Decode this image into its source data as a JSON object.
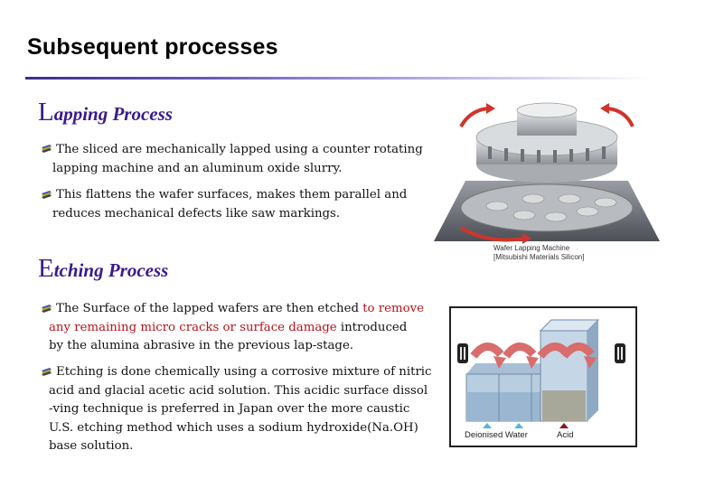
{
  "title": "Subsequent processes",
  "lapping": {
    "heading_cap": "L",
    "heading_rest": "apping Process",
    "bullet1": "The sliced are mechanically lapped using a counter rotating lapping machine and an aluminum oxide slurry.",
    "bullet1_line1": "The sliced are mechanically lapped using a counter rotating",
    "bullet1_line2": "lapping machine and an aluminum oxide slurry.",
    "bullet2_line1": "This flattens the wafer surfaces, makes them parallel and",
    "bullet2_line2": "reduces mechanical defects like saw markings."
  },
  "etching": {
    "heading_cap": "E",
    "heading_rest": "tching Process",
    "b1_line1": "The Surface of the lapped wafers are then etched ",
    "b1_highlight1": "to remove",
    "b1_highlight2": "any remaining micro cracks or surface damage",
    "b1_line2_tail": " introduced",
    "b1_line3": "by the alumina abrasive in the previous lap-stage.",
    "b2_line1": "Etching is done chemically using a corrosive mixture of nitric",
    "b2_line2": "acid and glacial acetic acid solution. This acidic surface dissol",
    "b2_line3": "-ving technique is preferred in Japan over the more caustic",
    "b2_line4": "U.S. etching method which uses a sodium hydroxide(Na.OH)",
    "b2_line5": "base solution."
  },
  "figure_lapping": {
    "caption_line1": "Wafer Lapping Machine",
    "caption_line2": "[Mitsubishi Materials Silicon]"
  },
  "figure_etching": {
    "label_left": "Deionised Water",
    "label_right": "Acid"
  },
  "colors": {
    "heading": "#3a1a8c",
    "highlight": "#b5121b",
    "rule_start": "#3a2f8a"
  }
}
